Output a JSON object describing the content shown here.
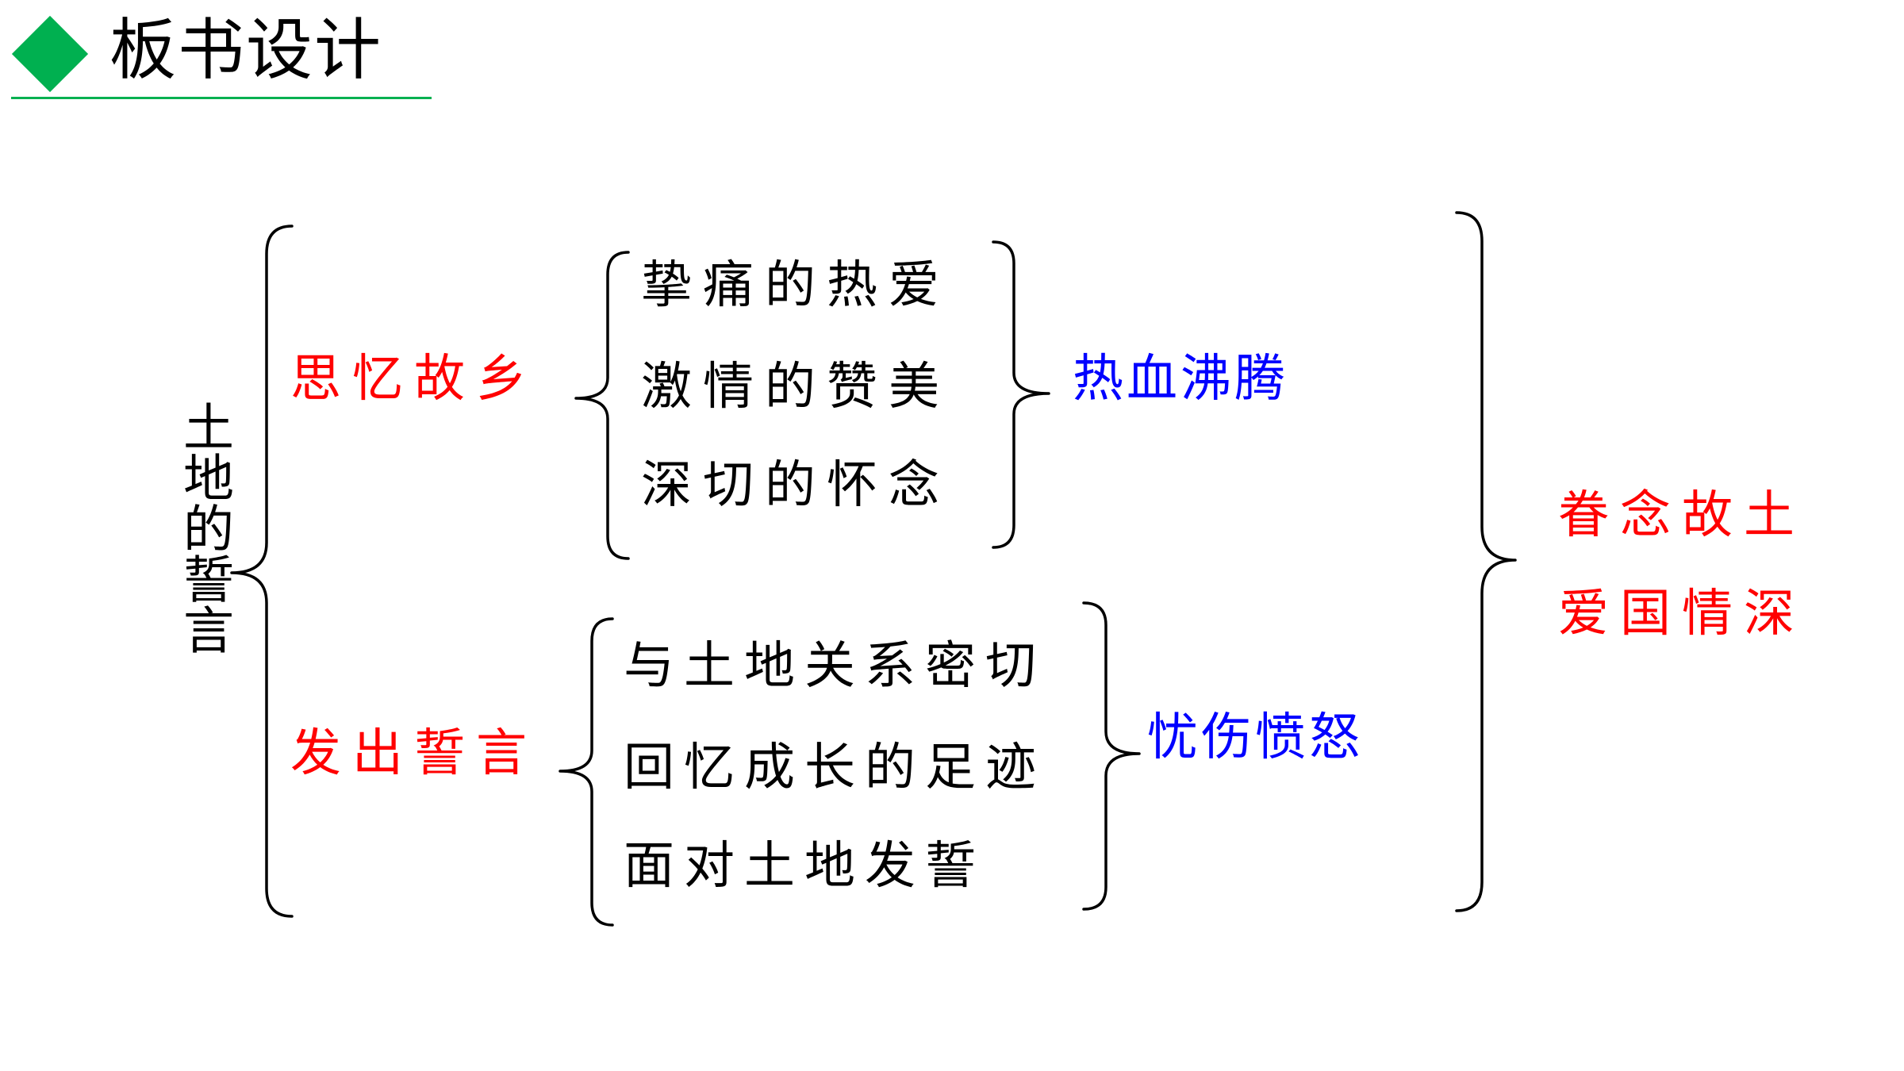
{
  "header": {
    "title": "板书设计",
    "accent_color": "#00b050",
    "icon": "diamond-icon"
  },
  "diagram": {
    "root": "土地的誓言",
    "colors": {
      "root": "#000000",
      "branch": "#ff0000",
      "detail": "#000000",
      "emotion": "#0000ff",
      "conclusion": "#ff0000"
    },
    "branches": [
      {
        "label": "思忆故乡",
        "details": [
          "挚痛的热爱",
          "激情的赞美",
          "深切的怀念"
        ],
        "emotion": "热血沸腾"
      },
      {
        "label": "发出誓言",
        "details": [
          "与土地关系密切",
          "回忆成长的足迹",
          "面对土地发誓"
        ],
        "emotion": "忧伤愤怒"
      }
    ],
    "conclusion": [
      "眷念故土",
      "爱国情深"
    ]
  }
}
